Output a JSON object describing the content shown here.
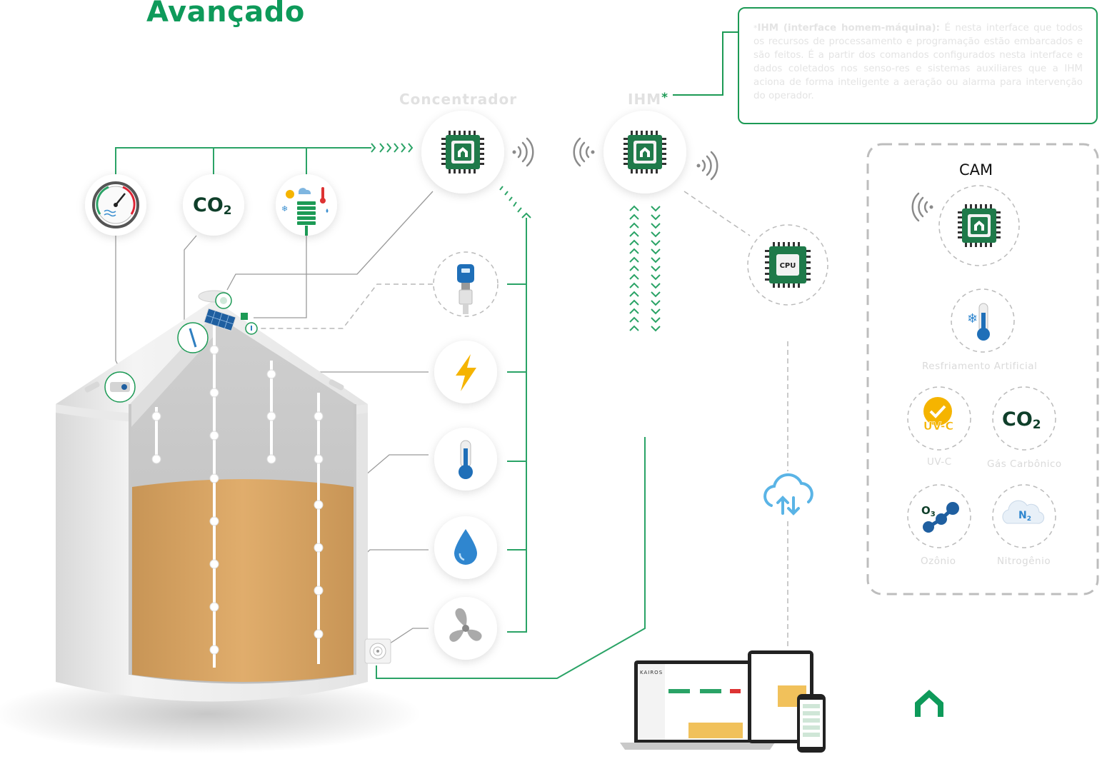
{
  "title": "Avançado",
  "labels": {
    "concentrador": "Concentrador",
    "ihm": "IHM",
    "ihm_asterisk": "*",
    "cam": "CAM",
    "cpu": "CPU"
  },
  "note": {
    "asterisk": "*",
    "bold": "IHM (interface homem-máquina):",
    "text": " É nesta interface que todos os recursos de processamento e programação estão embarcados e são feitos. É a partir dos comandos configurados nesta interface e dados coletados nos senso-res e sistemas auxiliares que a IHM aciona de forma inteligente a aeração ou alarma para intervenção do operador."
  },
  "sensors": {
    "co2": "CO",
    "co2_sub": "2"
  },
  "cam_items": [
    {
      "label": "Resfriamento Artificial"
    },
    {
      "label": "UV-C",
      "badge": "UV-C"
    },
    {
      "label": "Gás Carbônico",
      "badge": "CO",
      "badge_sub": "2"
    },
    {
      "label": "Ozônio",
      "badge": "O",
      "badge_sub": "3"
    },
    {
      "label": "Nitrogênio",
      "badge": "N",
      "badge_sub": "2"
    }
  ],
  "devices": {
    "brand": "KAIROS"
  },
  "colors": {
    "brand_green": "#0e9a5a",
    "line_green": "#2aa366",
    "chip_green": "#1f7a4a",
    "grain": "#d9a563",
    "cloud": "#5ab4e6"
  }
}
